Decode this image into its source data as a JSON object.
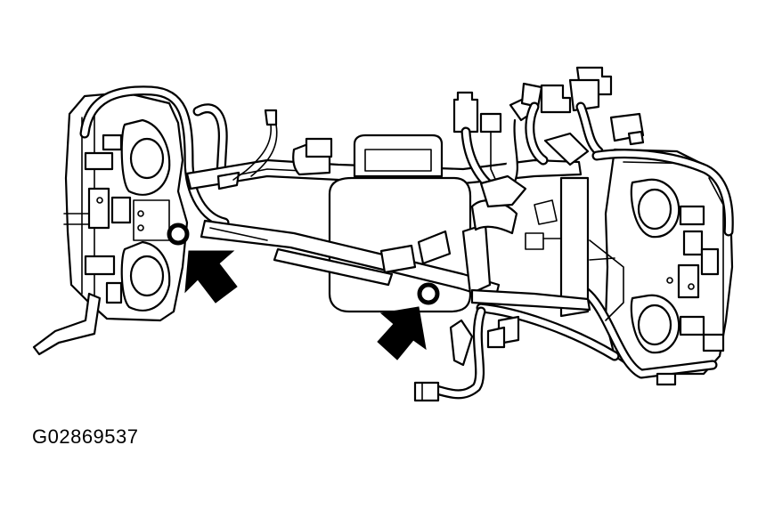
{
  "figure_id": "G02869537",
  "colors": {
    "line": "#000000",
    "background": "#ffffff"
  },
  "callouts": [
    {
      "name": "arrow-callout-left",
      "icon": "arrow-up-left-icon"
    },
    {
      "name": "arrow-callout-center",
      "icon": "arrow-up-right-icon"
    }
  ],
  "highlighted_parts": [
    {
      "name": "bolt-ring-left",
      "icon": "ring-icon"
    },
    {
      "name": "bolt-ring-center",
      "icon": "ring-icon"
    }
  ]
}
